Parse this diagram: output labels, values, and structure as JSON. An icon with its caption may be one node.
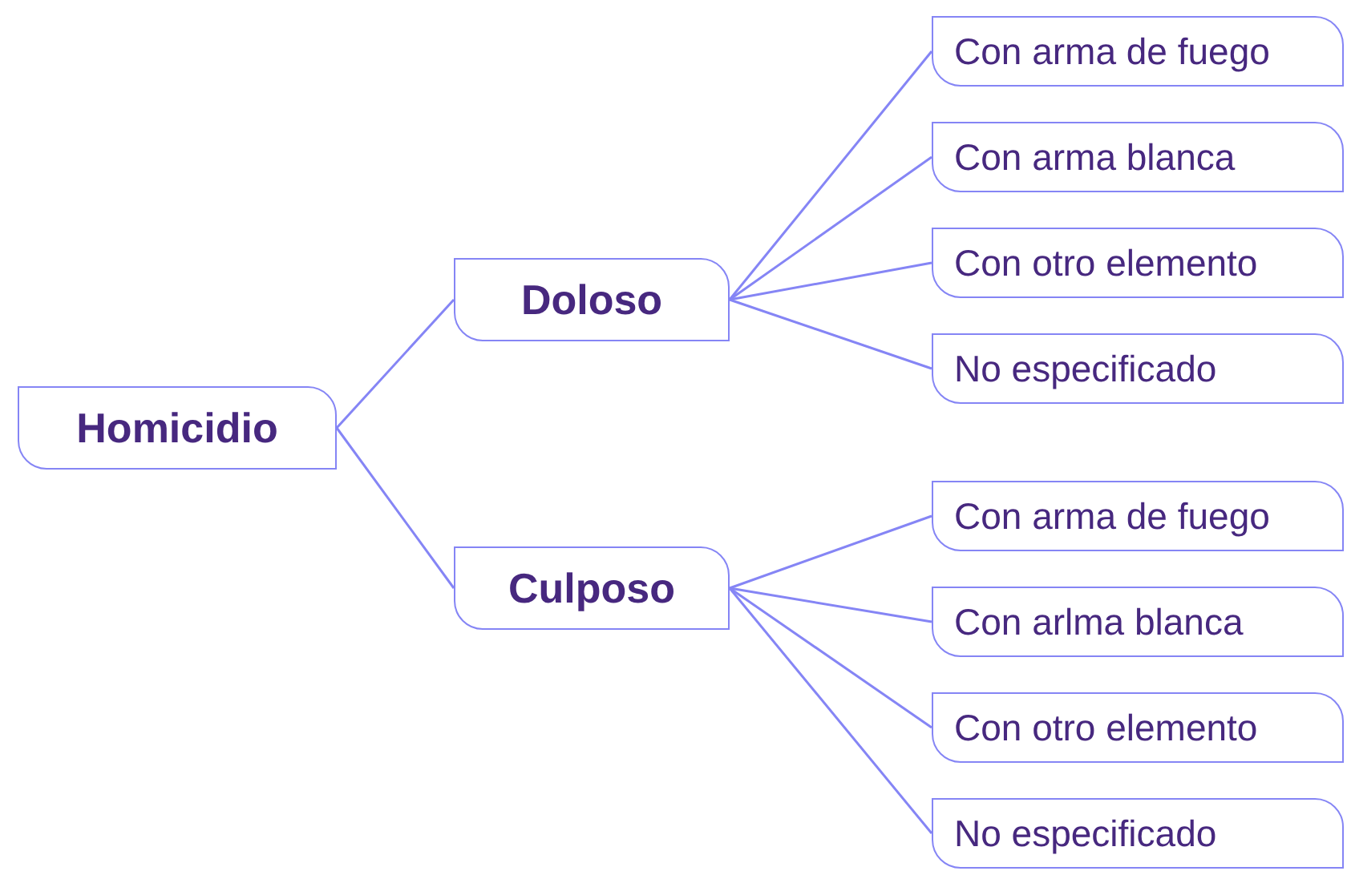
{
  "diagram": {
    "nodes": [
      {
        "text": [
          "Homicidio"
        ]
      },
      {
        "text": [
          "Doloso"
        ]
      },
      {
        "text": [
          "Culposo"
        ]
      },
      {
        "text": [
          "Con arma de fuego"
        ]
      },
      {
        "text": [
          "Con arma blanca"
        ]
      },
      {
        "text": [
          "Con otro elemento"
        ]
      },
      {
        "text": [
          "No especificado"
        ]
      },
      {
        "text": [
          "Con arma de fuego"
        ]
      },
      {
        "text": [
          "Con arlma blanca"
        ]
      },
      {
        "text": [
          "Con otro elemento"
        ]
      },
      {
        "text": [
          "No especificado"
        ]
      }
    ],
    "edges": [
      {
        "from": 0,
        "to": 1,
        "arrow": "none"
      },
      {
        "from": 0,
        "to": 2,
        "arrow": "none"
      },
      {
        "from": 1,
        "to": 3,
        "arrow": "none"
      },
      {
        "from": 1,
        "to": 4,
        "arrow": "none"
      },
      {
        "from": 1,
        "to": 5,
        "arrow": "none"
      },
      {
        "from": 1,
        "to": 6,
        "arrow": "none"
      },
      {
        "from": 2,
        "to": 7,
        "arrow": "none"
      },
      {
        "from": 2,
        "to": 8,
        "arrow": "none"
      },
      {
        "from": 2,
        "to": 9,
        "arrow": "none"
      },
      {
        "from": 2,
        "to": 10,
        "arrow": "none"
      }
    ]
  }
}
